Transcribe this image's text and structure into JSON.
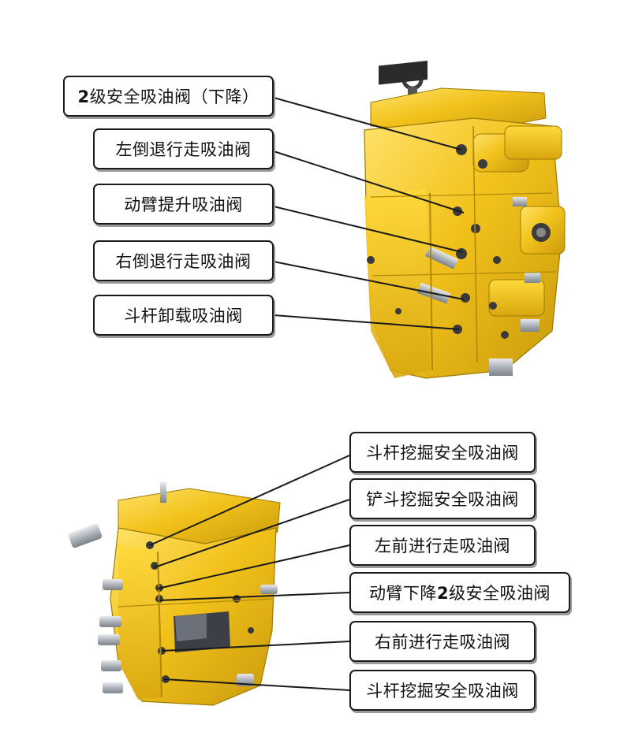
{
  "colors": {
    "valve_body": "#f2c21b",
    "valve_shadow": "#c99a0c",
    "valve_highlight": "#ffe26a",
    "steel": "#b8bcc2",
    "dark": "#2b2b2b",
    "leader_line": "#1a1a1a",
    "box_border": "#1a1a1a"
  },
  "top_group": {
    "labels": [
      "2级安全吸油阀（下降）",
      "左倒退行走吸油阀",
      "动臂提升吸油阀",
      "右倒退行走吸油阀",
      "斗杆卸载吸油阀"
    ]
  },
  "bottom_group": {
    "labels": [
      "斗杆挖掘安全吸油阀",
      "铲斗挖掘安全吸油阀",
      "左前进行走吸油阀",
      "动臂下降2级安全吸油阀",
      "右前进行走吸油阀",
      "斗杆挖掘安全吸油阀"
    ]
  }
}
